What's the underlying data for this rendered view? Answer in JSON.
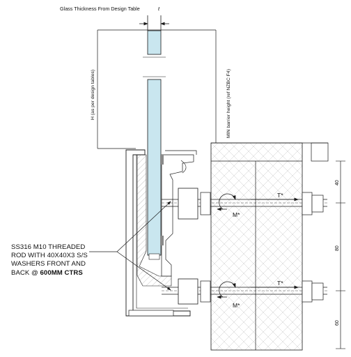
{
  "labels": {
    "glass_thickness": "Glass Thickness From Design Table",
    "t_symbol": "t",
    "h_dimension": "H  (as per design tables)",
    "min_barrier": "MIN barrier height (ref NZBC F4)",
    "t_star_top": "T*",
    "t_star_bottom": "T*",
    "m_star_top": "M*",
    "m_star_bottom": "M*"
  },
  "dimensions": {
    "top": "40",
    "middle": "80",
    "bottom": "60"
  },
  "note": {
    "line1": "SS316 M10 THREADED",
    "line2": "ROD WITH 40X40X3 S/S",
    "line3": "WASHERS FRONT AND",
    "line4_prefix": "BACK @ ",
    "line4_bold": "600MM CTRS"
  },
  "colors": {
    "glass": "#c9e6ef",
    "line": "#1a1a1a",
    "hatch": "#9a9a9a"
  }
}
